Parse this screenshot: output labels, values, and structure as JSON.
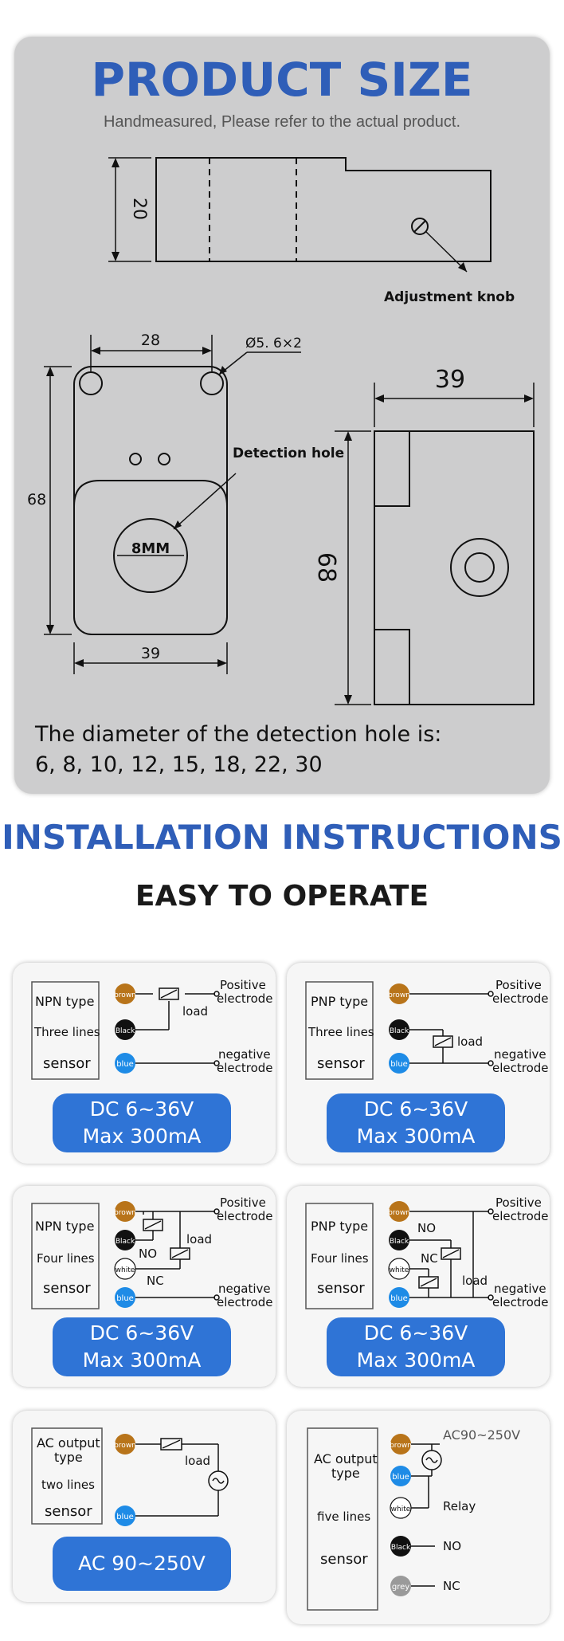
{
  "product_size": {
    "title": "PRODUCT SIZE",
    "subtitle": "Handmeasured, Please refer to the actual product.",
    "dim_20": "20",
    "adjustment_knob": "Adjustment knob",
    "dim_28": "28",
    "dim_hole": "Ø5. 6×2",
    "dim_68_left": "68",
    "detection_hole": "Detection hole",
    "dim_8mm": "8MM",
    "dim_39_bottom": "39",
    "dim_39_right": "39",
    "dim_68_right": "68",
    "diameter_line1": "The diameter of the detection hole is:",
    "diameter_line2": "6,  8,  10,  12,  15,  18,  22,  30"
  },
  "installation": {
    "title": "INSTALLATION INSTRUCTIONS",
    "subtitle": "EASY TO OPERATE"
  },
  "wire_labels": {
    "brown": "brown",
    "black": "Black",
    "blue": "blue",
    "white": "white",
    "grey": "grey"
  },
  "terminal_labels": {
    "positive_1": "Positive",
    "positive_2": "electrode",
    "negative_1": "negative",
    "negative_2": "electrode",
    "load": "load",
    "no": "NO",
    "nc": "NC",
    "relay": "Relay"
  },
  "cards": {
    "npn3": {
      "l1": "NPN type",
      "l2": "Three lines",
      "l3": "sensor",
      "pill1": "DC    6~36V",
      "pill2": "Max    300mA"
    },
    "pnp3": {
      "l1": "PNP type",
      "l2": "Three lines",
      "l3": "sensor",
      "pill1": "DC    6~36V",
      "pill2": "Max    300mA"
    },
    "npn4": {
      "l1": "NPN type",
      "l2": "Four lines",
      "l3": "sensor",
      "pill1": "DC    6~36V",
      "pill2": "Max    300mA"
    },
    "pnp4": {
      "l1": "PNP type",
      "l2": "Four lines",
      "l3": "sensor",
      "pill1": "DC    6~36V",
      "pill2": "Max    300mA"
    },
    "ac2": {
      "l1": "AC output",
      "l2": "type",
      "l3": "two lines",
      "l4": "sensor",
      "pill1": "AC 90~250V"
    },
    "ac5": {
      "l1": "AC output",
      "l2": "type",
      "l3": "five lines",
      "l4": "sensor",
      "voltage": "AC90~250V"
    }
  },
  "colors": {
    "title_blue": "#2f5eb8",
    "pill_blue": "#2f74d6",
    "brown": "#b8741a",
    "black": "#111111",
    "blue": "#1e8be6",
    "white": "#ffffff",
    "grey": "#9a9a9a"
  }
}
